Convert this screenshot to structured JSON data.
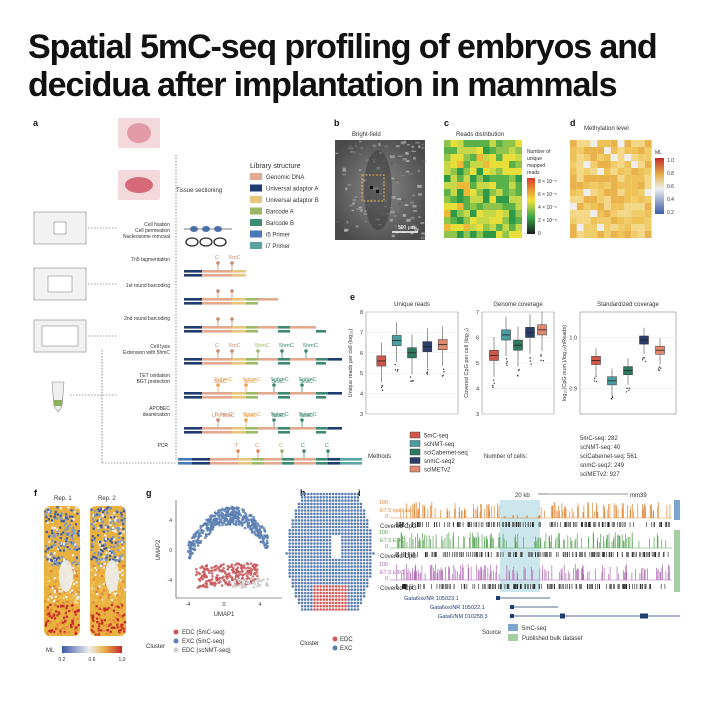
{
  "title": "Spatial 5mC-seq profiling of embryos and decidua after implantation in mammals",
  "panels": {
    "a": "a",
    "b": "b",
    "c": "c",
    "d": "d",
    "e": "e",
    "f": "f",
    "g": "g",
    "h": "h",
    "i": "i"
  },
  "panel_a": {
    "tissue_sectioning": "Tissue sectioning",
    "legend_title": "Library structure",
    "legend": [
      {
        "label": "Genomic DNA",
        "color": "#e3a98f"
      },
      {
        "label": "Universal adaptor A",
        "color": "#1f3d73"
      },
      {
        "label": "Universal adaptor B",
        "color": "#e8c77c"
      },
      {
        "label": "Barcode A",
        "color": "#9cb96a"
      },
      {
        "label": "Barcode B",
        "color": "#3d8a72"
      },
      {
        "label": "i5 Primer",
        "color": "#4a7ab6"
      },
      {
        "label": "i7 Primer",
        "color": "#5aa4a4"
      }
    ],
    "step1": [
      "Cell fixation",
      "Cell permeation",
      "Nucleosome removal"
    ],
    "step2": "Tn5 tagmentation",
    "step3": "1st round barcoding",
    "step4": "2nd round barcoding",
    "step5": [
      "Cell lysis",
      "Extension with 5hmC"
    ],
    "step6": [
      "TET oxidation",
      "BGT protection"
    ],
    "step7": [
      "APOBEC",
      "deamination"
    ],
    "step8": "PCR",
    "m_c": "C",
    "m_5mc": "5mC",
    "m_5hmc": "5hmC",
    "m_5ghmc": "5ghmC",
    "m_5cac": "5caC",
    "m_u": "U",
    "m_t": "T"
  },
  "panel_b": {
    "title": "Bright-field",
    "scale": "500 μm"
  },
  "panel_c": {
    "title": "Reads distribution",
    "legend_title": [
      "Number of",
      "unique",
      "mapped",
      "reads"
    ],
    "ticks": [
      "8 × 10⁻⁵",
      "6 × 10⁻⁵",
      "4 × 10⁻⁵",
      "2 × 10⁻⁵",
      "0"
    ]
  },
  "panel_d": {
    "title": "Methylation level",
    "legend_title": "ML",
    "ticks": [
      "1.0",
      "0.8",
      "0.6",
      "0.4",
      "0.2"
    ]
  },
  "chart_data": [
    {
      "type": "box",
      "title": "Unique reads",
      "ylabel": "Unique reads per cell (log₁₀)",
      "ylim": [
        3,
        8
      ],
      "yticks": [
        "3",
        "4",
        "5",
        "6",
        "7",
        "8"
      ],
      "series": [
        {
          "name": "5mC-seq",
          "median": 5.6
        },
        {
          "name": "scNMT-seq",
          "median": 6.6
        },
        {
          "name": "sciCabernet-seq",
          "median": 6.0
        },
        {
          "name": "snmC-seq2",
          "median": 6.3
        },
        {
          "name": "sciMETv2",
          "median": 6.4
        }
      ]
    },
    {
      "type": "box",
      "title": "Genome coverage",
      "ylabel": "Covered CpG per cell (log₁₀)",
      "ylim": [
        3,
        7
      ],
      "yticks": [
        "3",
        "4",
        "5",
        "6",
        "7"
      ],
      "series": [
        {
          "name": "5mC-seq",
          "median": 5.3
        },
        {
          "name": "scNMT-seq",
          "median": 6.1
        },
        {
          "name": "sciCabernet-seq",
          "median": 5.7
        },
        {
          "name": "snmC-seq2",
          "median": 6.2
        },
        {
          "name": "sciMETv2",
          "median": 6.3
        }
      ]
    },
    {
      "type": "box",
      "title": "Standardized coverage",
      "ylabel": "log₁₀(CpG num.)/log₁₀(nReads)",
      "ylim": [
        0.85,
        1.05
      ],
      "yticks": [
        "0.9",
        "1.0"
      ],
      "series": [
        {
          "name": "5mC-seq",
          "median": 0.955
        },
        {
          "name": "scNMT-seq",
          "median": 0.915
        },
        {
          "name": "sciCabernet-seq",
          "median": 0.935
        },
        {
          "name": "snmC-seq2",
          "median": 0.995
        },
        {
          "name": "sciMETv2",
          "median": 0.975
        }
      ]
    }
  ],
  "panel_e": {
    "methods_label": "Methods",
    "ncells_label": "Number of cells:",
    "methods": [
      {
        "name": "5mC-seq",
        "color": "#d0584a",
        "n": "5mC-seq: 282"
      },
      {
        "name": "scNMT-seq",
        "color": "#4a9ea0",
        "n": "scNMT-seq: 40"
      },
      {
        "name": "sciCabernet-seq",
        "color": "#2f7a5e",
        "n": "sciCabernet-seq: 561"
      },
      {
        "name": "snmC-seq2",
        "color": "#2a3d6b",
        "n": "snmC-seq2: 249"
      },
      {
        "name": "sciMETv2",
        "color": "#e08a72",
        "n": "sciMETv2: 927"
      }
    ]
  },
  "panel_f": {
    "rep1": "Rep. 1",
    "rep2": "Rep. 2",
    "ml": "ML",
    "ticks": [
      "0.2",
      "0.6",
      "1.0"
    ]
  },
  "panel_g": {
    "xlabel": "UMAP1",
    "ylabel": "UMAP2",
    "xticks": [
      "-4",
      "0",
      "4"
    ],
    "yticks": [
      "4",
      "0",
      "-4"
    ],
    "cluster_label": "Cluster",
    "legend": [
      {
        "label": "EDC (5mC-seq)",
        "color": "#c8575a"
      },
      {
        "label": "EXC (5mC-seq)",
        "color": "#5b7fb2"
      },
      {
        "label": "EDC (scNMT-seq)",
        "color": "#cfcfcf"
      }
    ]
  },
  "panel_h": {
    "cluster_label": "Cluster",
    "legend": [
      {
        "label": "EDC",
        "color": "#d75c5a"
      },
      {
        "label": "EXC",
        "color": "#5b7fb2"
      }
    ]
  },
  "panel_i": {
    "scale": "20 kb",
    "genome": "mm39",
    "ytick": "100",
    "ytick0": "0",
    "tracks": [
      {
        "name": "E7.5 epiblast",
        "color": "#e08a3c"
      },
      {
        "name": "E7.5 EDC",
        "color": "#5aa356"
      },
      {
        "name": "E7.5 EXC",
        "color": "#b06ab2"
      }
    ],
    "covered": "Covered CpG",
    "genes": [
      "Gata6os/NR 105023.1",
      "Gata6os/NR 105022.1",
      "Gata6/NM 010258.3"
    ],
    "source_label": "Source",
    "source": [
      {
        "label": "5mC-seq",
        "color": "#7ba5cf"
      },
      {
        "label": "Published bulk dataset",
        "color": "#a5cfa0"
      }
    ]
  }
}
